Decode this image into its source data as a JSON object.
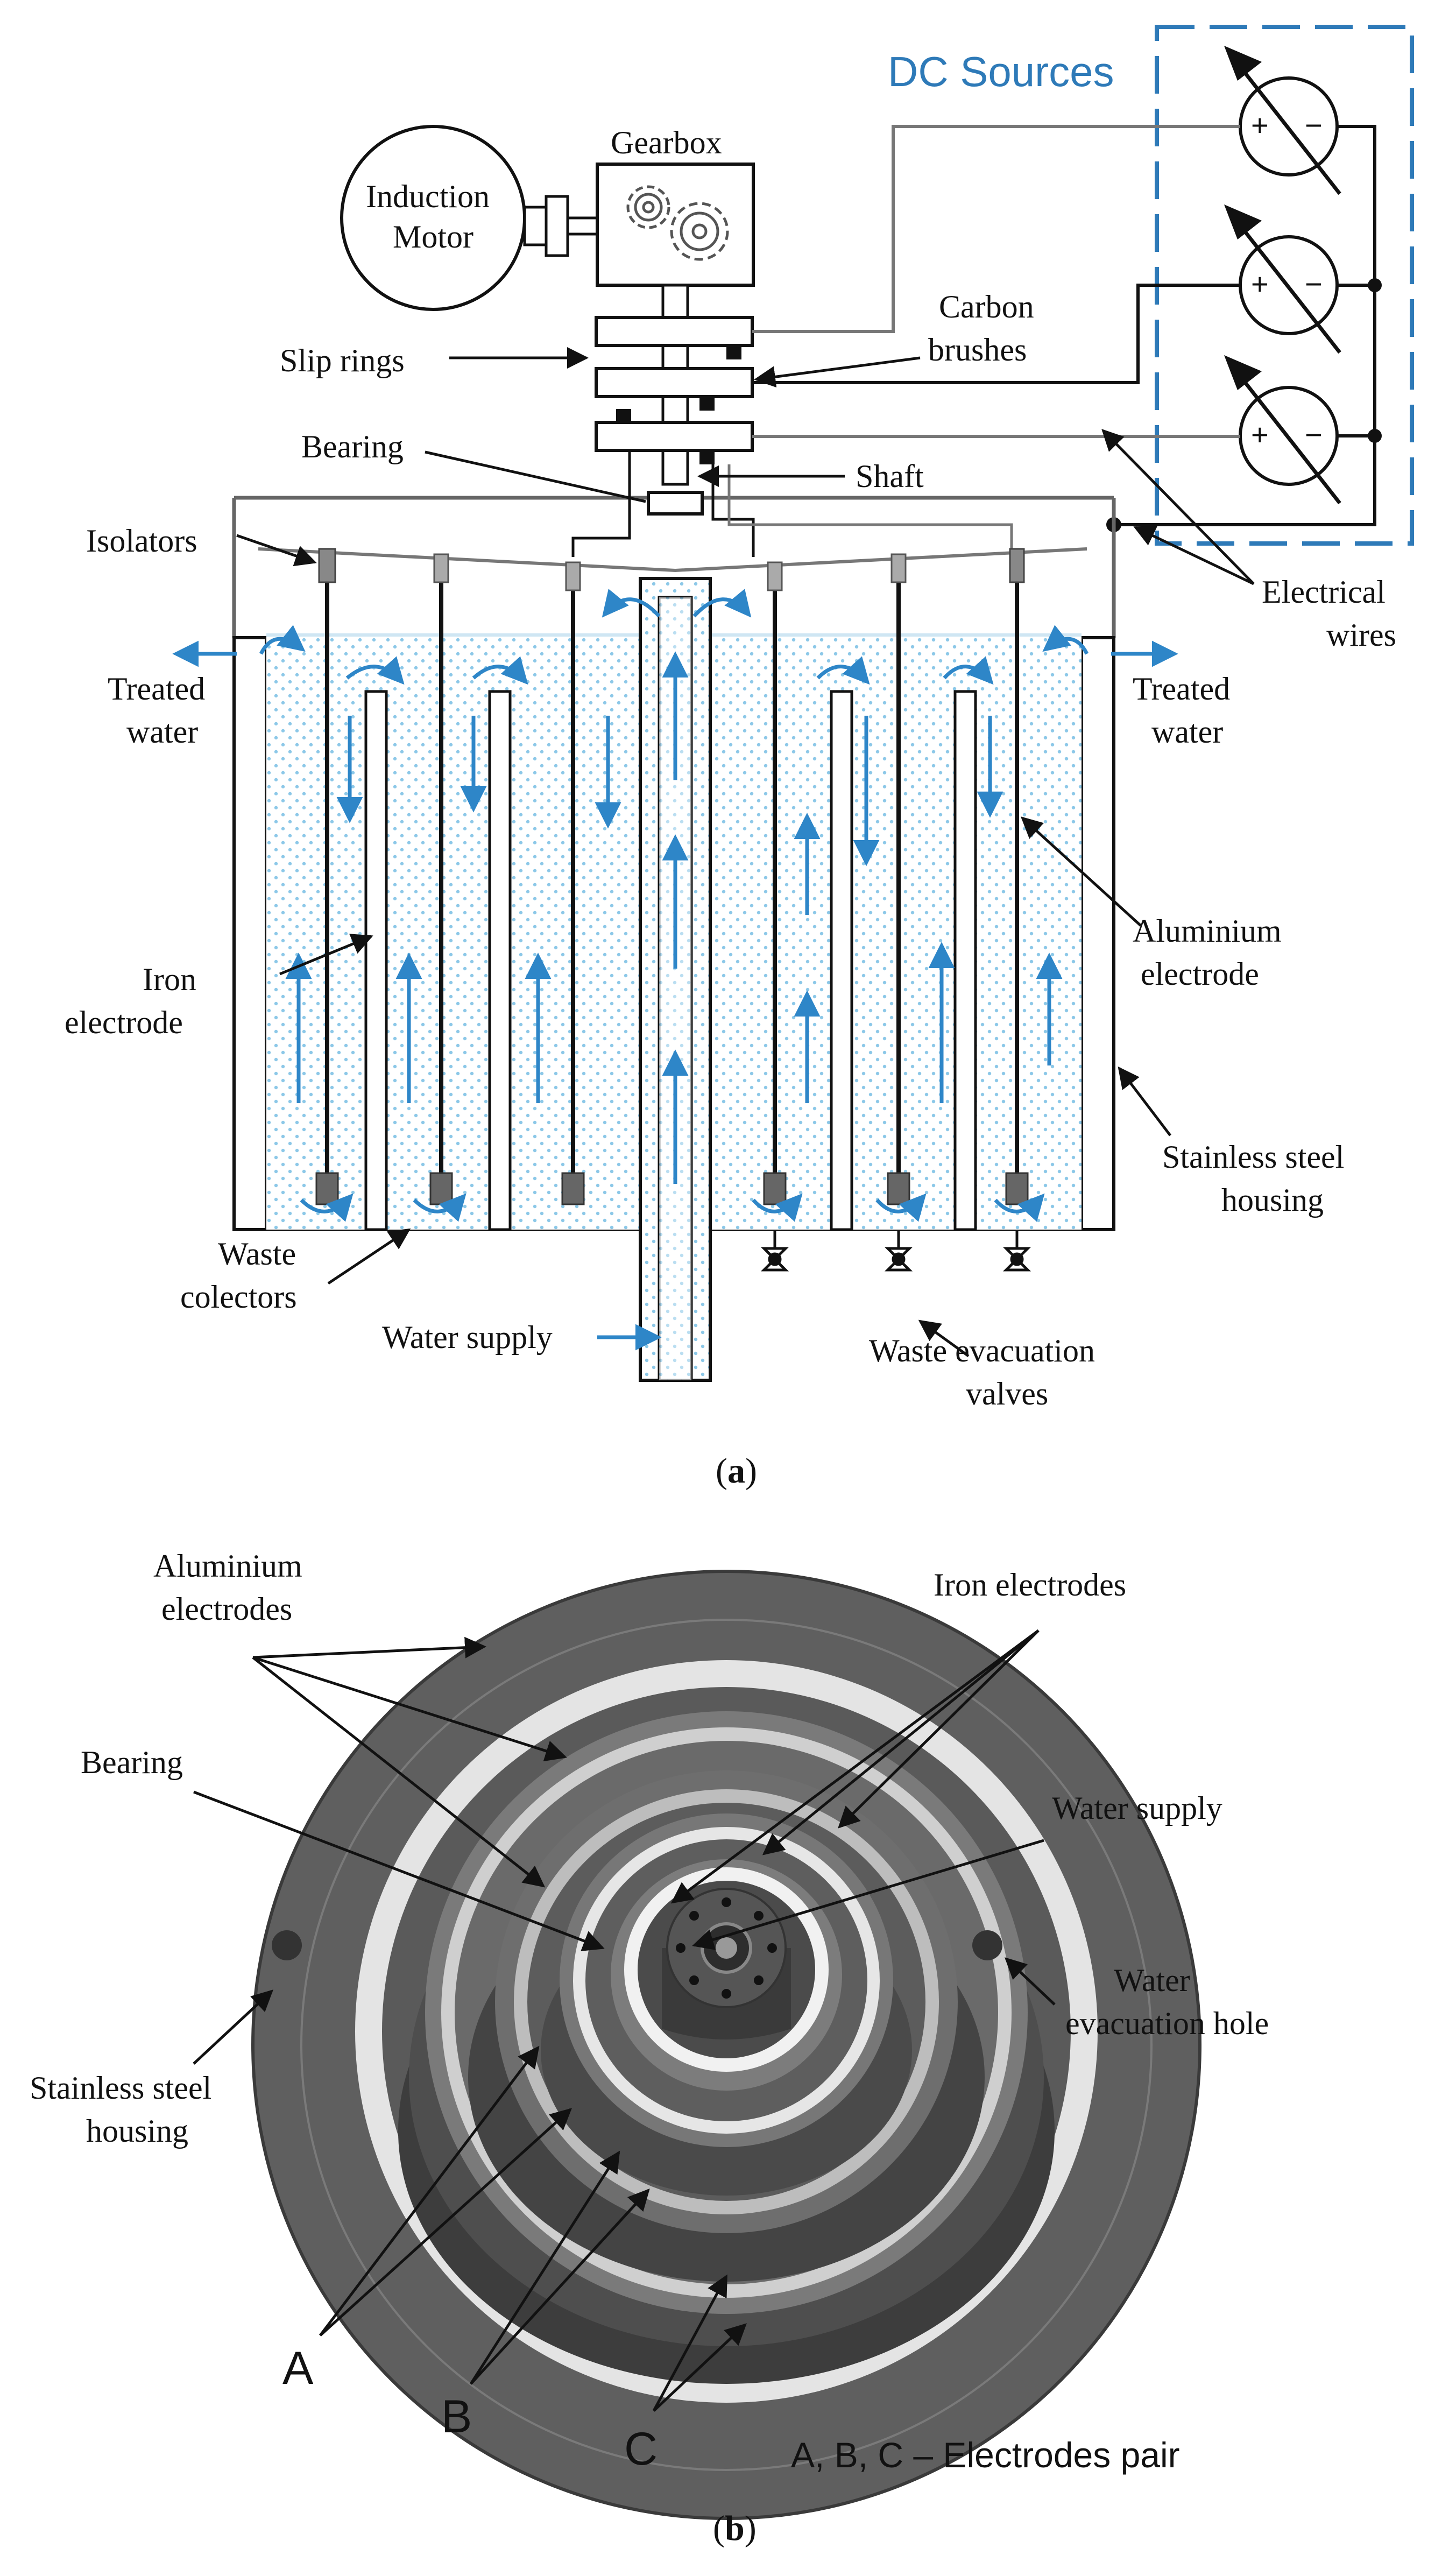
{
  "colors": {
    "water_blue": "#2e86c8",
    "water_dots": "#8cc8e8",
    "housing_gray": "#5f5f5f",
    "light_ring": "#e4e4e4",
    "dark_ring": "#3d3d3d",
    "dc_blue": "#2e7ab8"
  },
  "panel_a": {
    "dc_sources": "DC Sources",
    "gearbox": "Gearbox",
    "motor_line1": "Induction",
    "motor_line2": "Motor",
    "sliprings": "Slip rings",
    "carbon_line1": "Carbon",
    "carbon_line2": "brushes",
    "bearing": "Bearing",
    "shaft": "Shaft",
    "isolators": "Isolators",
    "electrical_line1": "Electrical",
    "electrical_line2": "wires",
    "treated_left_line1": "Treated",
    "treated_left_line2": "water",
    "treated_right_line1": "Treated",
    "treated_right_line2": "water",
    "aluminium_line1": "Aluminium",
    "aluminium_line2": "electrode",
    "iron_line1": "Iron",
    "iron_line2": "electrode",
    "stainless_line1": "Stainless steel",
    "stainless_line2": "housing",
    "waste_line1": "Waste",
    "waste_line2": "colectors",
    "water_supply": "Water supply",
    "valves_line1": "Waste evacuation",
    "valves_line2": "valves",
    "caption_open": "(",
    "caption_letter": "a",
    "caption_close": ")",
    "plus": "+",
    "minus": "−"
  },
  "panel_b": {
    "aluminium_line1": "Aluminium",
    "aluminium_line2": "electrodes",
    "iron": "Iron electrodes",
    "bearing": "Bearing",
    "water_supply": "Water supply",
    "evac_line1": "Water",
    "evac_line2": "evacuation hole",
    "stainless_line1": "Stainless steel",
    "stainless_line2": "housing",
    "letter_a": "A",
    "letter_b": "B",
    "letter_c": "C",
    "pairs_legend": "A, B, C – Electrodes pair",
    "caption_open": "(",
    "caption_letter": "b",
    "caption_close": ")"
  }
}
